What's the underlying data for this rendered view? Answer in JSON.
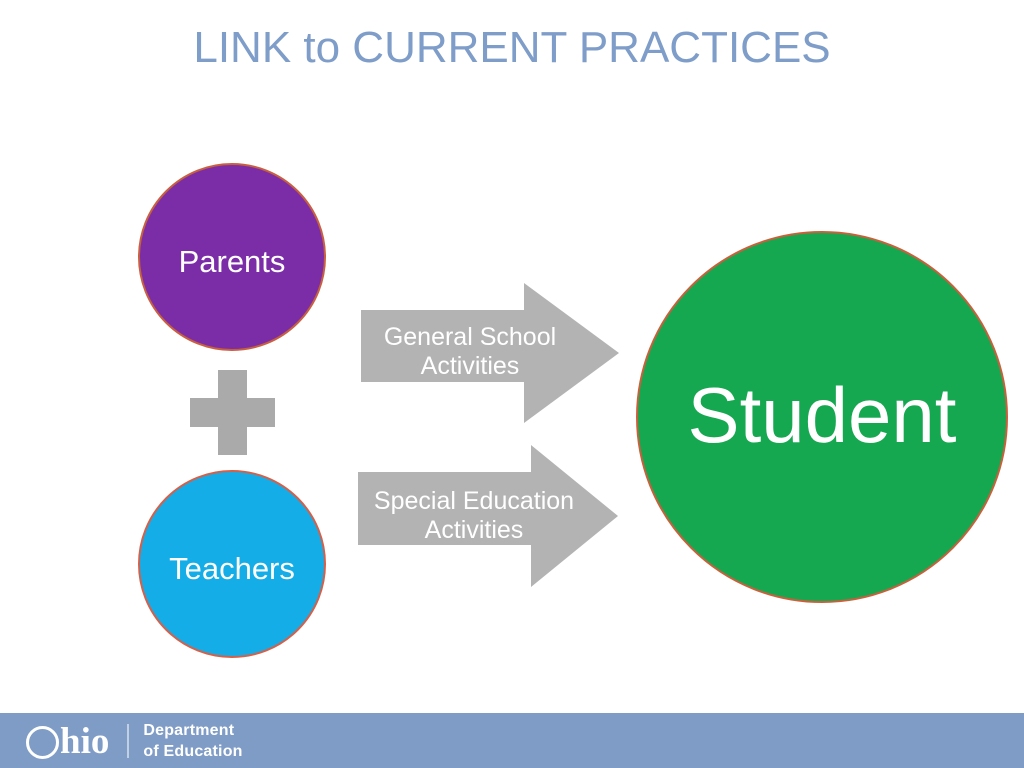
{
  "slide": {
    "title": "LINK to CURRENT PRACTICES",
    "background_color": "#ffffff",
    "title_color": "#7f9dc9"
  },
  "diagram": {
    "inputs": [
      {
        "id": "parents",
        "label": "Parents",
        "shape": "circle",
        "fill_color": "#7b2da8",
        "border_color": "#c8603f",
        "text_color": "#ffffff"
      },
      {
        "id": "teachers",
        "label": "Teachers",
        "shape": "circle",
        "fill_color": "#15ade8",
        "border_color": "#d4604a",
        "text_color": "#ffffff"
      }
    ],
    "connector": {
      "id": "plus",
      "symbol": "plus-sign",
      "color": "#aaaaaa"
    },
    "arrows": [
      {
        "id": "general-school-activities",
        "label": "General School Activities",
        "line1": "General School",
        "line2": "Activities",
        "fill_color": "#b3b3b3",
        "text_color": "#ffffff",
        "direction": "right"
      },
      {
        "id": "special-education-activities",
        "label": "Special Education Activities",
        "line1": "Special Education",
        "line2": "Activities",
        "fill_color": "#b3b3b3",
        "text_color": "#ffffff",
        "direction": "right"
      }
    ],
    "output": {
      "id": "student",
      "label": "Student",
      "shape": "circle",
      "fill_color": "#16a851",
      "border_color": "#c9603c",
      "text_color": "#ffffff"
    }
  },
  "footer": {
    "band_color": "#7f9cc6",
    "logo": {
      "state": "Ohio",
      "state_initial": "O",
      "state_rest": "hio",
      "dept_line1": "Department",
      "dept_line2": "of Education"
    }
  }
}
